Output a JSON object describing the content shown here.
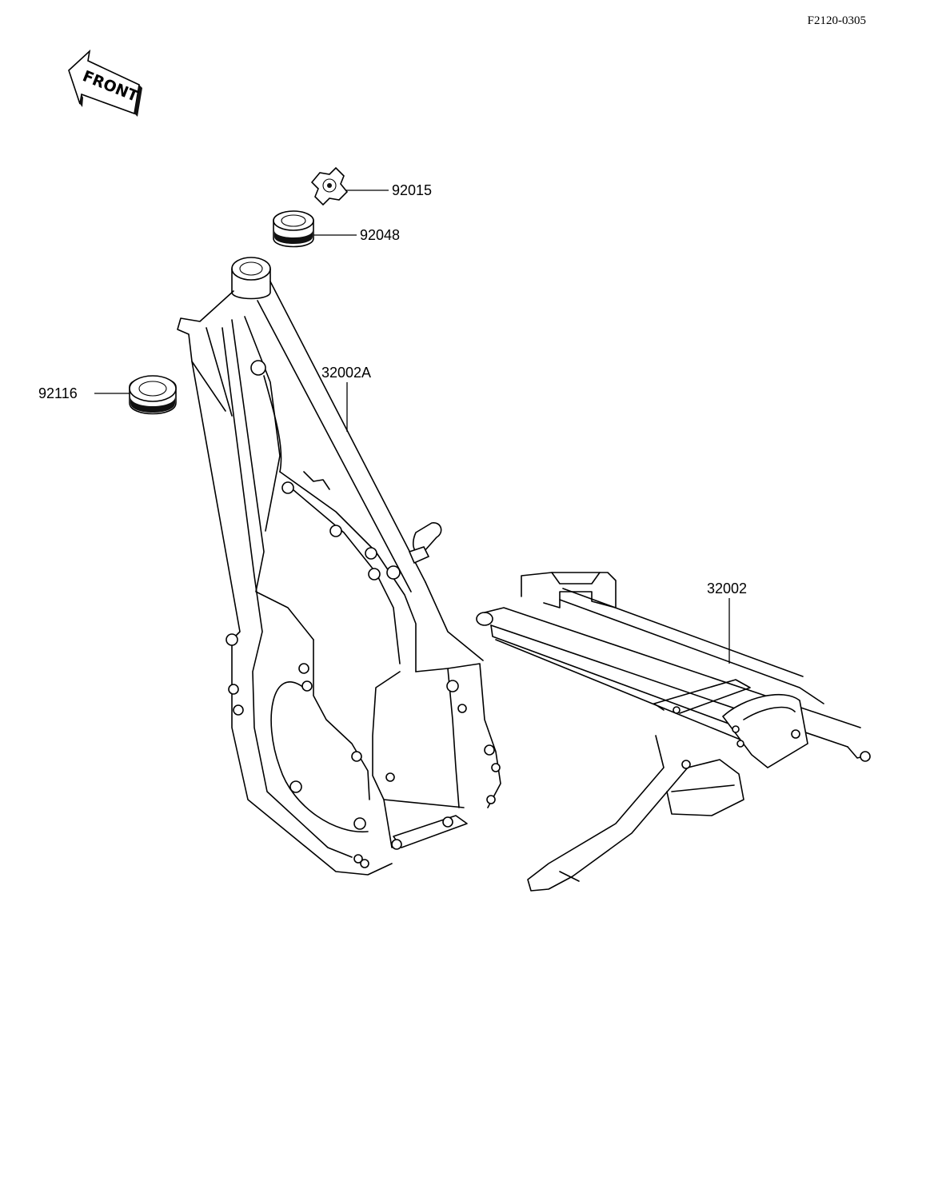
{
  "document_code": "F2120-0305",
  "front_arrow_label": "FRONT",
  "callouts": {
    "grommet_nut": "92015",
    "upper_seal": "92048",
    "lower_seal": "92116",
    "main_frame": "32002A",
    "rear_subframe": "32002"
  }
}
